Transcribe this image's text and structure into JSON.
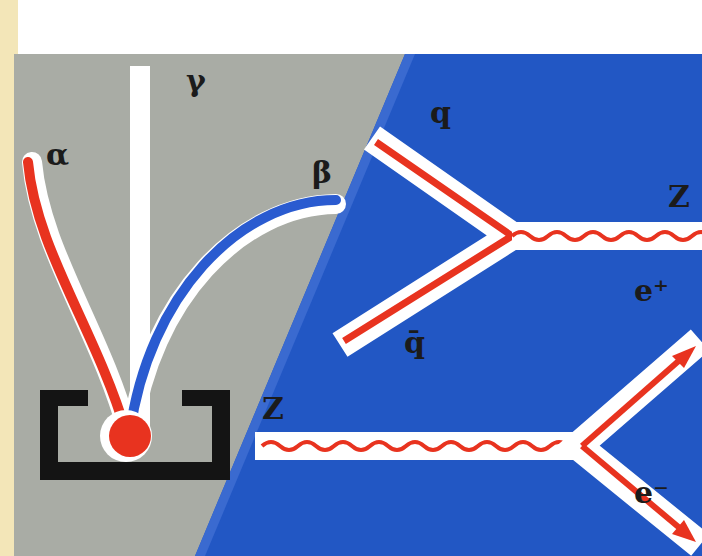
{
  "diagram": {
    "labels": [
      "α",
      "γ",
      "β",
      "q",
      "q̄",
      "Z",
      "e⁺",
      "Z",
      "e⁻"
    ]
  }
}
